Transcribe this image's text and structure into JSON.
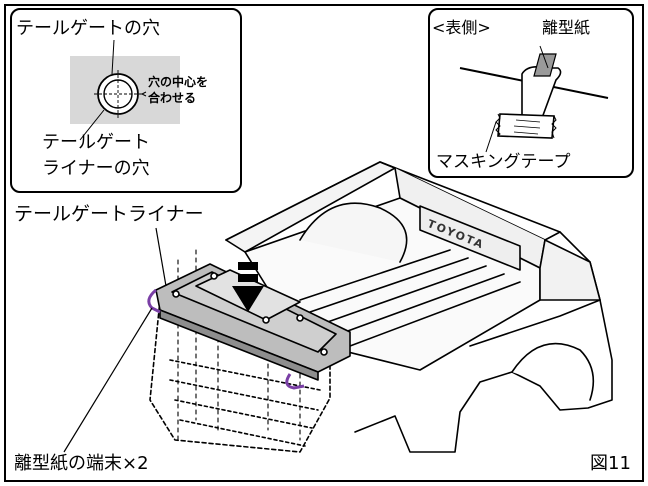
{
  "detail_left": {
    "title": "テールゲートの穴",
    "note_line1": "穴の中心を",
    "note_line2": "合わせる",
    "liner_hole_line1": "テールゲート",
    "liner_hole_line2": "ライナーの穴"
  },
  "detail_right": {
    "front_side": "<表側>",
    "release_paper": "離型紙",
    "masking_tape": "マスキングテープ"
  },
  "main": {
    "liner_label": "テールゲートライナー",
    "brand_emboss": "TOYOTA",
    "paper_end_label": "離型紙の端末×2",
    "figure_number": "図11"
  },
  "colors": {
    "accent": "#7a3fa6",
    "panel_gray": "#d8d8d8",
    "line": "#000000"
  }
}
